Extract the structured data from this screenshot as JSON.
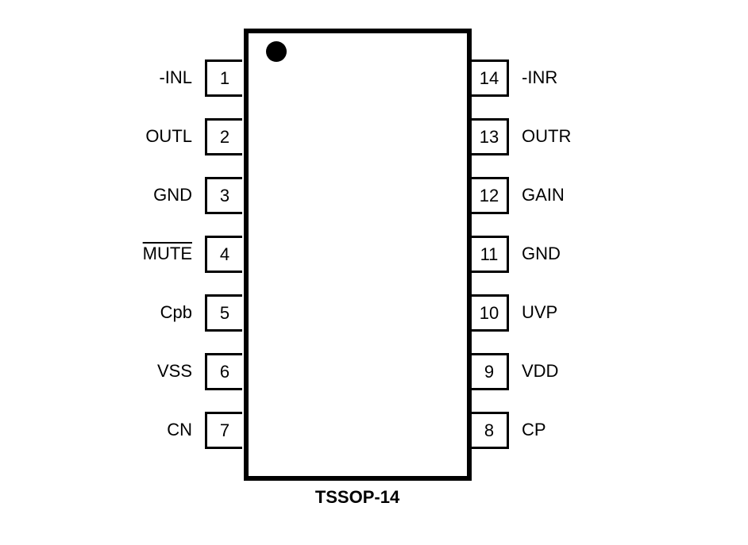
{
  "package": "TSSOP-14",
  "left_pins": [
    {
      "num": "1",
      "name": "-INL",
      "overline": false
    },
    {
      "num": "2",
      "name": "OUTL",
      "overline": false
    },
    {
      "num": "3",
      "name": "GND",
      "overline": false
    },
    {
      "num": "4",
      "name": "MUTE",
      "overline": true
    },
    {
      "num": "5",
      "name": "Cpb",
      "overline": false
    },
    {
      "num": "6",
      "name": "VSS",
      "overline": false
    },
    {
      "num": "7",
      "name": "CN",
      "overline": false
    }
  ],
  "right_pins": [
    {
      "num": "14",
      "name": "-INR",
      "overline": false
    },
    {
      "num": "13",
      "name": "OUTR",
      "overline": false
    },
    {
      "num": "12",
      "name": "GAIN",
      "overline": false
    },
    {
      "num": "11",
      "name": "GND",
      "overline": false
    },
    {
      "num": "10",
      "name": "UVP",
      "overline": false
    },
    {
      "num": "9",
      "name": "VDD",
      "overline": false
    },
    {
      "num": "8",
      "name": "CP",
      "overline": false
    }
  ]
}
